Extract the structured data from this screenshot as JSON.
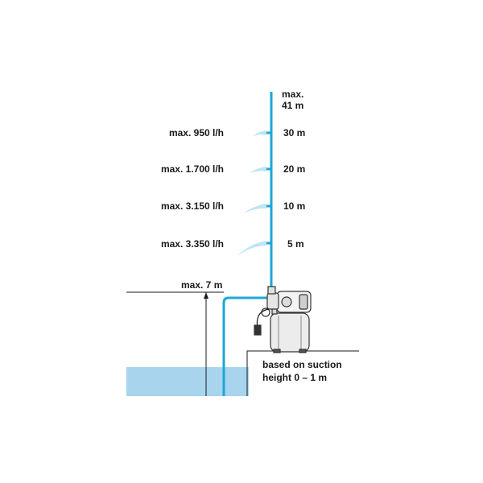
{
  "head": {
    "max_line1": "max.",
    "max_line2": "41 m"
  },
  "levels": [
    {
      "flow": "max. 950 l/h",
      "height": "30 m"
    },
    {
      "flow": "max. 1.700 l/h",
      "height": "20 m"
    },
    {
      "flow": "max. 3.150 l/h",
      "height": "10 m"
    },
    {
      "flow": "max. 3.350 l/h",
      "height": "5 m"
    }
  ],
  "suction_max": "max. 7 m",
  "note": {
    "line1": "based on suction",
    "line2": "height 0 – 1 m"
  },
  "colors": {
    "pipe": "#1ea6d6",
    "water": "#a8d4ee",
    "spray": "#bfe4f3",
    "line": "#1a1a1a",
    "pump_outline": "#333333"
  }
}
